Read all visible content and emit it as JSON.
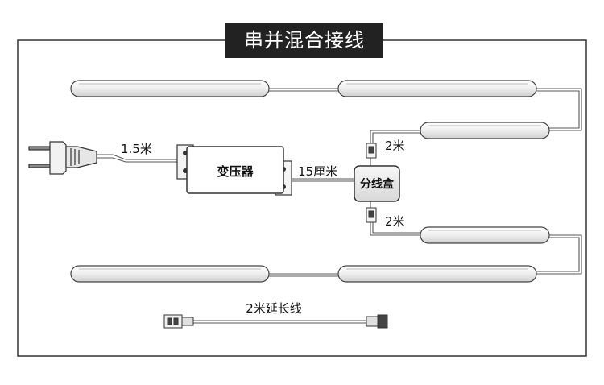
{
  "title": "串并混合接线",
  "labels": {
    "cord_length": "1.5米",
    "transformer": "变压器",
    "cable_15cm": "15厘米",
    "junction_box": "分线盒",
    "lead_top": "2米",
    "lead_bottom": "2米",
    "extension": "2米延长线"
  },
  "colors": {
    "title_bg": "#222222",
    "title_text": "#ffffff",
    "frame": "#333333",
    "light_bar": "#ececec",
    "wire": "#555555",
    "transformer_body": "#ffffff"
  }
}
